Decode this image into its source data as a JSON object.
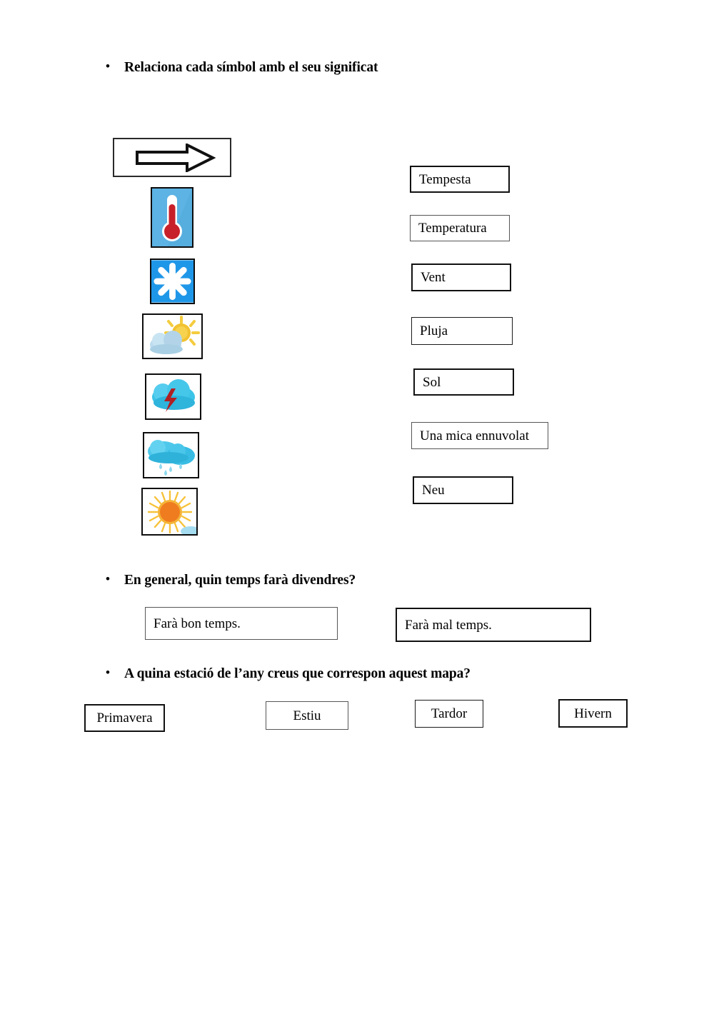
{
  "document": {
    "title": "Relaciona cada símbol amb el seu significat",
    "language": "Catalan",
    "background_color": "#ffffff",
    "text_color": "#000000"
  },
  "questions": [
    {
      "id": "q1",
      "bullet": "•",
      "text": "Relaciona cada símbol amb el seu significat"
    },
    {
      "id": "q2",
      "bullet": "•",
      "text": "En general, quin temps farà divendres?"
    },
    {
      "id": "q3",
      "bullet": "•",
      "text": "A quina estació de l’any creus que correspon aquest mapa?"
    }
  ],
  "symbols": [
    {
      "icon": "arrow-right-icon",
      "meaning": "Vent",
      "colors": {
        "fill": "#ffffff",
        "stroke": "#111111"
      }
    },
    {
      "icon": "thermometer-icon",
      "meaning": "Temperatura",
      "colors": {
        "background": "#5cb3e4",
        "tube": "#ffffff",
        "mercury": "#c8202a"
      }
    },
    {
      "icon": "snowflake-icon",
      "meaning": "Neu",
      "colors": {
        "background": "#1f97e8",
        "flake": "#ffffff"
      }
    },
    {
      "icon": "sun-behind-cloud-icon",
      "meaning": "Una mica ennuvolat",
      "colors": {
        "sun": "#f2c230",
        "cloud": "#b9d8ea"
      }
    },
    {
      "icon": "thunderstorm-icon",
      "meaning": "Tempesta",
      "colors": {
        "cloud": "#35bde4",
        "bolt": "#b01f22"
      }
    },
    {
      "icon": "rain-cloud-icon",
      "meaning": "Pluja",
      "colors": {
        "cloud": "#35bde4",
        "drops": "#7fd4ec"
      }
    },
    {
      "icon": "sun-icon",
      "meaning": "Sol",
      "colors": {
        "disc": "#f07c20",
        "rays": "#f7c23a",
        "cloud": "#a5dcf0"
      }
    }
  ],
  "meaning_boxes": [
    {
      "label": "Tempesta"
    },
    {
      "label": "Temperatura"
    },
    {
      "label": "Vent"
    },
    {
      "label": "Pluja"
    },
    {
      "label": "Sol"
    },
    {
      "label": "Una mica ennuvolat"
    },
    {
      "label": "Neu"
    }
  ],
  "weather_options": [
    {
      "label": "Farà bon temps."
    },
    {
      "label": "Farà mal temps."
    }
  ],
  "season_options": [
    {
      "label": "Primavera"
    },
    {
      "label": "Estiu"
    },
    {
      "label": "Tardor"
    },
    {
      "label": "Hivern"
    }
  ]
}
